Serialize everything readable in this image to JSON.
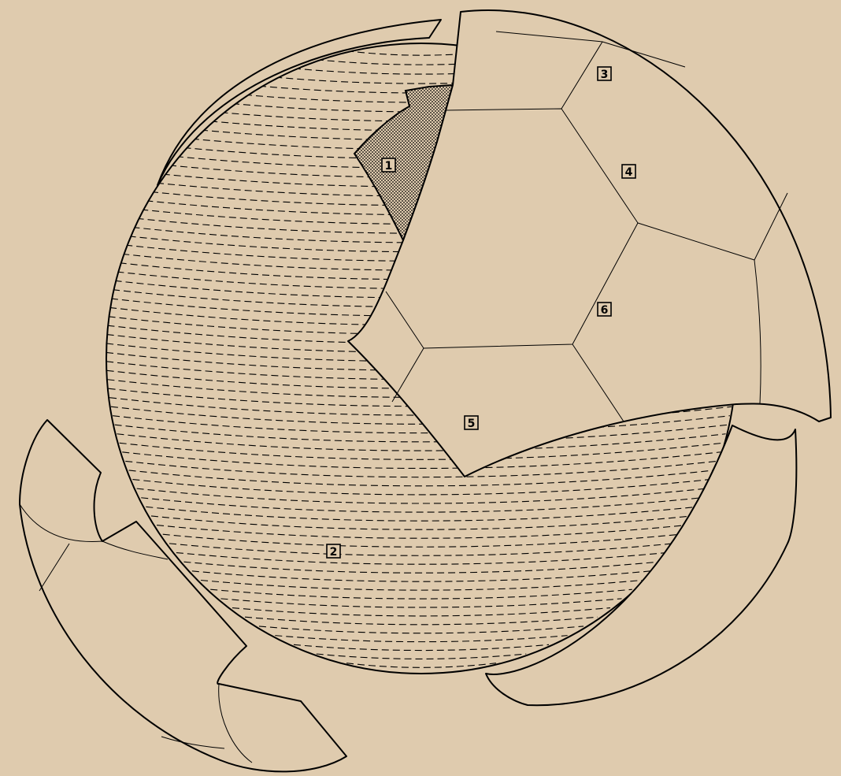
{
  "colors": {
    "background": "#dfcbae",
    "line": "#000000"
  },
  "labels": [
    {
      "id": "1",
      "text": "1"
    },
    {
      "id": "2",
      "text": "2"
    },
    {
      "id": "3",
      "text": "3"
    },
    {
      "id": "4",
      "text": "4"
    },
    {
      "id": "5",
      "text": "5"
    },
    {
      "id": "6",
      "text": "6"
    }
  ]
}
